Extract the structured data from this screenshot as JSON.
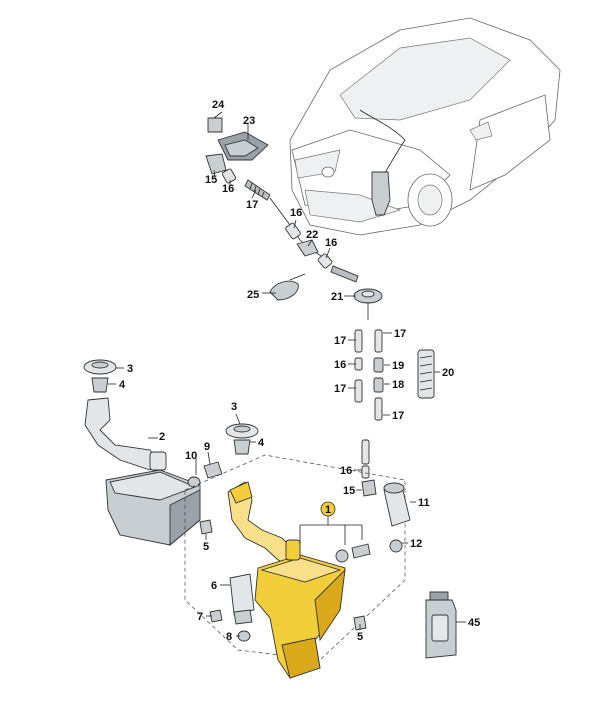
{
  "callouts": {
    "c1": "1",
    "c2": "2",
    "c3a": "3",
    "c3b": "3",
    "c4a": "4",
    "c4b": "4",
    "c5a": "5",
    "c5b": "5",
    "c6": "6",
    "c7": "7",
    "c8": "8",
    "c9": "9",
    "c10": "10",
    "c11": "11",
    "c12": "12",
    "c15a": "15",
    "c15b": "15",
    "c16a": "16",
    "c16b": "16",
    "c16c": "16",
    "c16d": "16",
    "c16e": "16",
    "c17a": "17",
    "c17b": "17",
    "c17c": "17",
    "c17d": "17",
    "c17e": "17",
    "c18": "18",
    "c19": "19",
    "c20": "20",
    "c21": "21",
    "c22": "22",
    "c23": "23",
    "c24": "24",
    "c25": "25",
    "c45": "45"
  },
  "colors": {
    "highlight_fill": "#f2cf3a",
    "part_grey": "#c9ced3",
    "line": "#222222"
  }
}
